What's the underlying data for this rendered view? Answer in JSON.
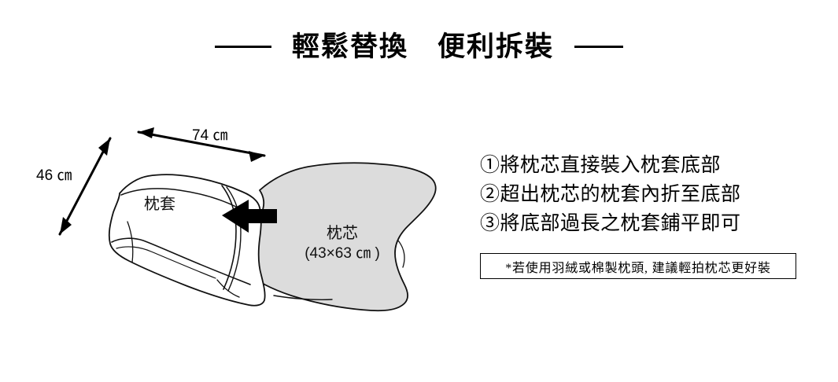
{
  "header": {
    "title": "輕鬆替換　便利拆裝",
    "left_dash": "dash",
    "right_dash": "dash"
  },
  "illustration": {
    "pillowcase": {
      "label": "枕套",
      "width_dimension": "74 ㎝",
      "height_dimension": "46 ㎝",
      "fill_color": "#ffffff",
      "stroke_color": "#000000"
    },
    "pillow_insert": {
      "label": "枕芯",
      "size_label": "(43×63 ㎝ )",
      "fill_color": "#dcdcdc",
      "stroke_color": "#000000"
    },
    "arrow": {
      "direction": "left",
      "color": "#000000"
    }
  },
  "instructions": {
    "steps": [
      "①將枕芯直接裝入枕套底部",
      "②超出枕芯的枕套內折至底部",
      "③將底部過長之枕套鋪平即可"
    ],
    "footnote": "*若使用羽絨或棉製枕頭, 建議輕拍枕芯更好裝"
  }
}
